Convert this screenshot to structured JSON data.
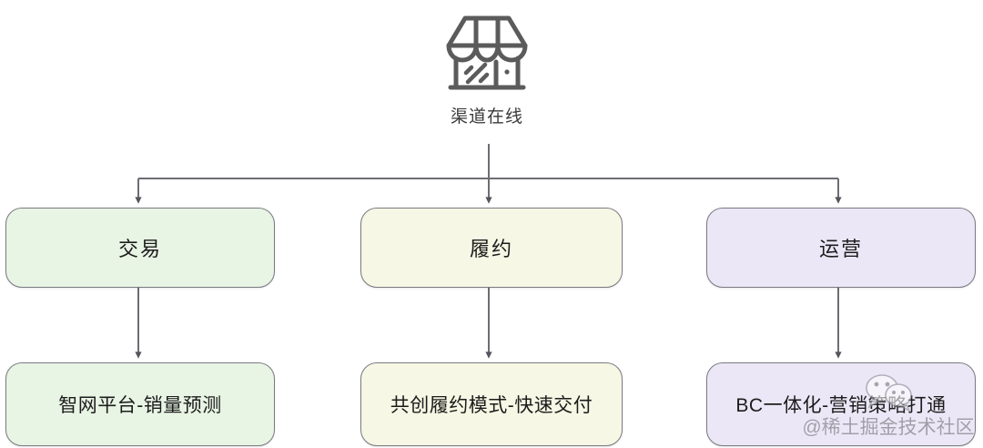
{
  "diagram": {
    "root": {
      "icon": "storefront-icon",
      "label": "渠道在线"
    },
    "tier1": [
      {
        "label": "交易",
        "color": "#e8f4e4",
        "border": "#7a7a82"
      },
      {
        "label": "履约",
        "color": "#f6f7e4",
        "border": "#7a7a82"
      },
      {
        "label": "运营",
        "color": "#ebe7f6",
        "border": "#7a7a82"
      }
    ],
    "tier2": [
      {
        "label": "智网平台-销量预测",
        "color": "#e8f4e4",
        "border": "#7a7a82"
      },
      {
        "label": "共创履约模式-快速交付",
        "color": "#f6f7e4",
        "border": "#7a7a82"
      },
      {
        "label": "BC一体化-营销策略打通",
        "color": "#ebe7f6",
        "border": "#7a7a82"
      }
    ],
    "connector_color": "#6d6d75"
  },
  "watermark": {
    "logo": "wechat-bubbles-icon",
    "text": "@稀土掘金技术社区"
  }
}
